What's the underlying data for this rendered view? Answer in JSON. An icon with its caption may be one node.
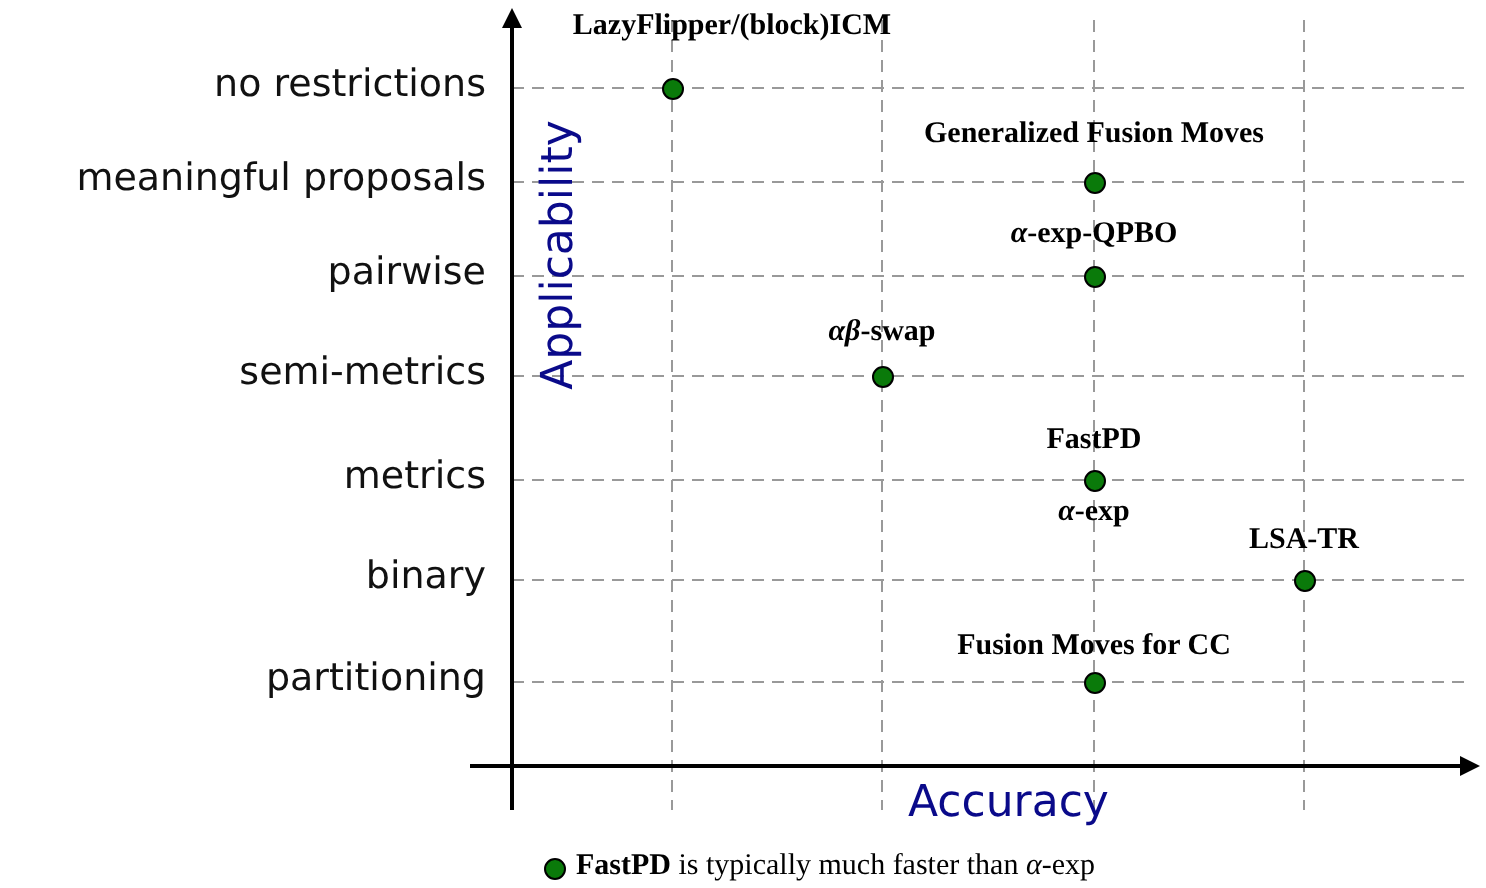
{
  "diagram": {
    "nodes": [
      {
        "text": [],
        "shape": "circle",
        "beside": [
          "LazyFlipper/(block)ICM"
        ]
      },
      {
        "text": [],
        "shape": "circle",
        "beside": [
          "Generalized Fusion Moves"
        ]
      },
      {
        "text": [],
        "shape": "circle",
        "beside": [
          "*α*-exp-QPBO"
        ]
      },
      {
        "text": [],
        "shape": "circle",
        "beside": [
          "*αβ*-swap"
        ]
      },
      {
        "text": [],
        "shape": "circle",
        "beside": [
          "FastPD",
          "*α*-exp"
        ]
      },
      {
        "text": [],
        "shape": "circle",
        "beside": [
          "LSA-TR"
        ]
      },
      {
        "text": [],
        "shape": "circle",
        "beside": [
          "Fusion Moves for CC"
        ]
      }
    ],
    "labels": [
      "no restrictions",
      "meaningful proposals",
      "pairwise",
      "semi-metrics",
      "metrics",
      "binary",
      "partitioning",
      "Applicability",
      "Accuracy"
    ],
    "legend": [
      {
        "text": "**FastPD** is typically much faster than *α*-exp",
        "color": "#0a7a0a"
      }
    ]
  }
}
